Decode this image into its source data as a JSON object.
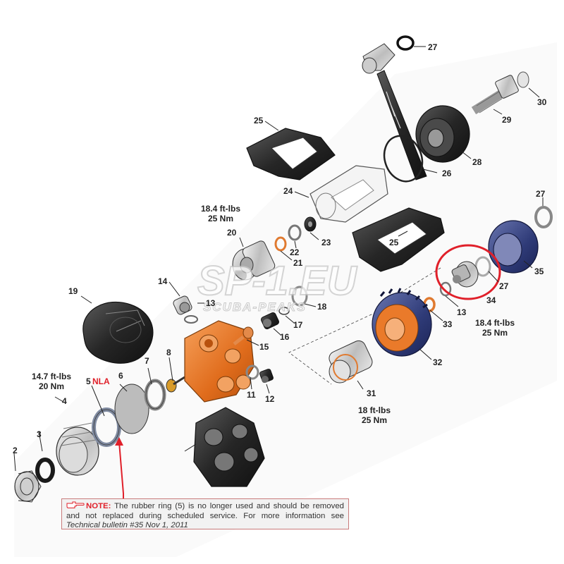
{
  "watermark": {
    "main": "SP-1.EU",
    "sub": "SCUBA-PEAKS"
  },
  "parts": [
    {
      "id": "2",
      "text": "2"
    },
    {
      "id": "3",
      "text": "3"
    },
    {
      "id": "4",
      "text": "4"
    },
    {
      "id": "5",
      "text": "5"
    },
    {
      "id": "6",
      "text": "6"
    },
    {
      "id": "7",
      "text": "7"
    },
    {
      "id": "8",
      "text": "8"
    },
    {
      "id": "11",
      "text": "11"
    },
    {
      "id": "12",
      "text": "12"
    },
    {
      "id": "13a",
      "text": "13"
    },
    {
      "id": "13b",
      "text": "13"
    },
    {
      "id": "14",
      "text": "14"
    },
    {
      "id": "15",
      "text": "15"
    },
    {
      "id": "16",
      "text": "16"
    },
    {
      "id": "17",
      "text": "17"
    },
    {
      "id": "18",
      "text": "18"
    },
    {
      "id": "19",
      "text": "19"
    },
    {
      "id": "20",
      "text": "20"
    },
    {
      "id": "21",
      "text": "21"
    },
    {
      "id": "22",
      "text": "22"
    },
    {
      "id": "23",
      "text": "23"
    },
    {
      "id": "24",
      "text": "24"
    },
    {
      "id": "25a",
      "text": "25"
    },
    {
      "id": "25b",
      "text": "25"
    },
    {
      "id": "26",
      "text": "26"
    },
    {
      "id": "27a",
      "text": "27"
    },
    {
      "id": "27b",
      "text": "27"
    },
    {
      "id": "27c",
      "text": "27"
    },
    {
      "id": "28",
      "text": "28"
    },
    {
      "id": "29",
      "text": "29"
    },
    {
      "id": "30",
      "text": "30"
    },
    {
      "id": "31",
      "text": "31"
    },
    {
      "id": "32",
      "text": "32"
    },
    {
      "id": "33",
      "text": "33"
    },
    {
      "id": "34",
      "text": "34"
    },
    {
      "id": "35",
      "text": "35"
    }
  ],
  "nla_label": "NLA",
  "torques": {
    "t20": [
      "18.4 ft-lbs",
      "25 Nm"
    ],
    "t4": [
      "14.7 ft-lbs",
      "20 Nm"
    ],
    "t34": [
      "18.4 ft-lbs",
      "25 Nm"
    ],
    "t31": [
      "18 ft-lbs",
      "25 Nm"
    ]
  },
  "note": {
    "label": "NOTE:",
    "text": " The rubber ring (5) is no longer used and should be removed and not replaced during scheduled service. For more information see ",
    "italic": "Technical bulletin #35 Nov 1, 2011"
  },
  "colors": {
    "orange": "#ea7a2a",
    "blue": "#33407a",
    "dark": "#2a2a2a",
    "red_highlight": "#e0202a",
    "note_border": "#c97b7b"
  }
}
